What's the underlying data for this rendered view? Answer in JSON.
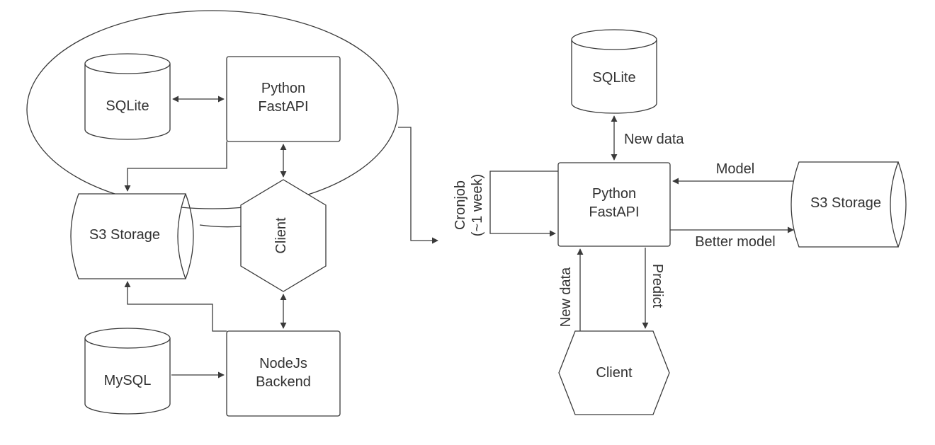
{
  "colors": {
    "stroke": "#3a3a3a",
    "text": "#333333",
    "background": "#ffffff"
  },
  "left": {
    "sqlite": "SQLite",
    "python": [
      "Python",
      "FastAPI"
    ],
    "s3": "S3 Storage",
    "client": "Client",
    "mysql": "MySQL",
    "node": [
      "NodeJs",
      "Backend"
    ]
  },
  "right": {
    "sqlite": "SQLite",
    "python": [
      "Python",
      "FastAPI"
    ],
    "s3": "S3 Storage",
    "client": "Client",
    "labels": {
      "new_data_top": "New data",
      "model": "Model",
      "better_model": "Better model",
      "cronjob": [
        "Cronjob",
        "(~1 week)"
      ],
      "new_data_bottom": "New data",
      "predict": "Predict"
    }
  }
}
